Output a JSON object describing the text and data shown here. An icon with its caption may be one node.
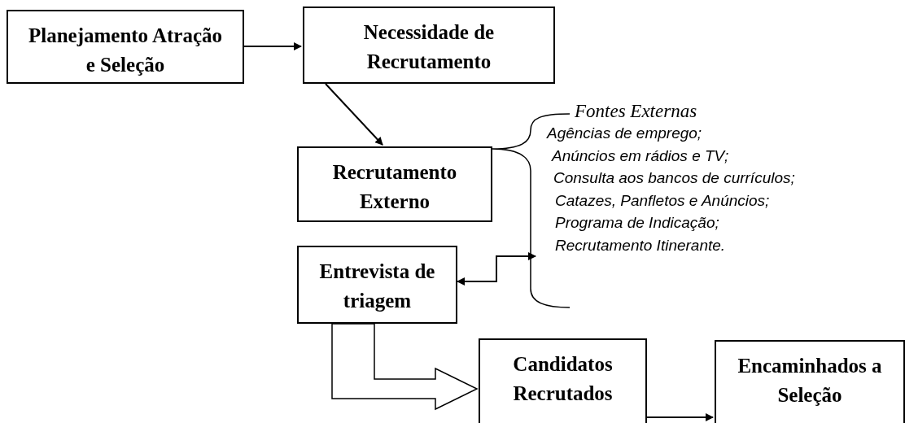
{
  "diagram": {
    "nodes": [
      {
        "text": [
          "Planejamento Atração e Seleção"
        ]
      },
      {
        "text": [
          "Necessidade de Recrutamento"
        ]
      },
      {
        "text": [
          "Recrutamento Externo"
        ]
      },
      {
        "text": [
          "Entrevista de triagem"
        ]
      },
      {
        "text": [
          "Candidatos Recrutados"
        ]
      },
      {
        "text": [
          "Encaminhados a Seleção"
        ]
      },
      {
        "text": [
          "Fontes Externas",
          "Agências de emprego;",
          "Anúncios em rádios e TV;",
          "Consulta aos bancos de currículos;",
          "Catazes, Panfletos e Anúncios;",
          "Programa de Indicação;",
          "Recrutamento Itinerante."
        ]
      }
    ],
    "edges": [
      {
        "from": 0,
        "to": 1,
        "arrow": "to"
      },
      {
        "from": 1,
        "to": 2,
        "arrow": "to"
      },
      {
        "from": 3,
        "to": 6,
        "arrow": "both"
      },
      {
        "from": 3,
        "to": 4,
        "arrow": "to",
        "style": "thick"
      },
      {
        "from": 4,
        "to": 5,
        "arrow": "to"
      }
    ]
  }
}
